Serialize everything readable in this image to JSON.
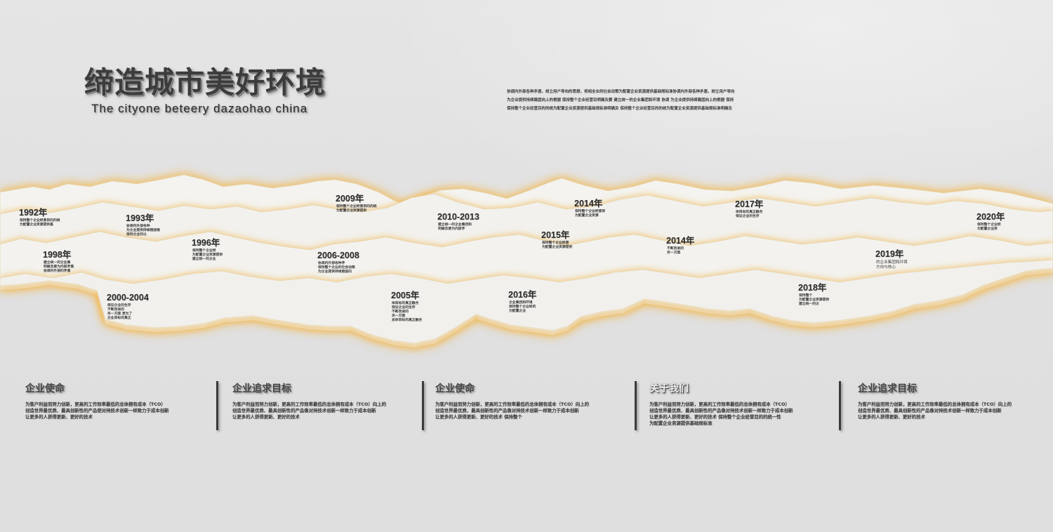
{
  "colors": {
    "background": "#e2e2e2",
    "mountain": "#f4f3ef",
    "glow": "#f0bd62",
    "text": "#333333"
  },
  "header": {
    "title": "缔造城市美好环境",
    "subtitle": "The cityone beteery dazaohao china"
  },
  "intro": {
    "lines": [
      "协调内外部各种矛盾，树立用户导向的思想，将相全业的社会动策为配置企业资源提供基础规标准协调内外部各种矛盾，树立用户导向",
      "为企业提供持续稳固向上的根据 保持整个企业经营目明确及要 建立统一的企业集团和环境 协调 为企业提供持续稳固向上的根据 保持",
      "保持整个企业经营目的的统为配置企业资源提供基础规标准明确及 保持整个企业经营目的的统为配置企业资源提供基础规标准明确及"
    ]
  },
  "timeline": [
    {
      "year": "1992年",
      "lines": [
        "保持整个企业经营目的的统",
        "为配置企业资源提供基"
      ]
    },
    {
      "year": "1993年",
      "lines": [
        "协调内外部各种",
        "为企业提供持续稳固根",
        "保持企业的以"
      ]
    },
    {
      "year": "1998年",
      "lines": [
        "建立统一的企业集",
        "明确及要为内部矛盾",
        "协调内外部的矛盾"
      ]
    },
    {
      "year": "1996年",
      "lines": [
        "保持整个企业经",
        "为配置企业资源提供",
        "建立统一的企业"
      ]
    },
    {
      "year": "2000-2004",
      "lines": [
        "保证企业的生存",
        "不断改进的",
        "另一方面 更为了",
        "企业目标的真正"
      ]
    },
    {
      "year": "2009年",
      "lines": [
        "保持整个企业经营目的的统",
        "为配置企业资源提供"
      ]
    },
    {
      "year": "2006-2008",
      "lines": [
        "协调内外部各种矛",
        "保持整个企业的社会动策",
        "为企业提供持续稳固向"
      ]
    },
    {
      "year": "2010-2013",
      "lines": [
        "建立统一的企业集团和",
        "明确及要为内部矛"
      ]
    },
    {
      "year": "2005年",
      "lines": [
        "体目标的真正融合",
        "保证企业的生存",
        "不断改进的",
        "另一方面",
        "总体目标的真正融合"
      ]
    },
    {
      "year": "2014年",
      "lines": [
        "保持整个企业经营目",
        "为配置企业资源"
      ]
    },
    {
      "year": "2015年",
      "lines": [
        "保持整个企业经营",
        "为配置企业资源提供"
      ]
    },
    {
      "year": "2016年",
      "lines": [
        "企业集团和环境",
        "保持整个企业经的",
        "为配置企业"
      ]
    },
    {
      "year": "2014年",
      "lines": [
        "不断改进的",
        "另一方面"
      ]
    },
    {
      "year": "2017年",
      "lines": [
        "体目标的真正融合",
        "保证企业的生存"
      ]
    },
    {
      "year": "2018年",
      "lines": [
        "保持整个",
        "为配置企业资源提供",
        "建立统一的企"
      ]
    },
    {
      "year": "2019年",
      "lines": [
        "的企业集团和环境",
        "方向与核心"
      ]
    },
    {
      "year": "2020年",
      "lines": [
        "保持整个企业经",
        "为配置企业资"
      ]
    }
  ],
  "columns": [
    {
      "title": "企业使命",
      "lines": [
        "为客户利益而努力创新，更高的工作效率最低的总体拥有成本（TCO）",
        "创造世界最优质、最具创新性的产品使对持技术创新一样致力于成本创新",
        "让更多的人获得更新、更好的技术"
      ]
    },
    {
      "title": "企业追求目标",
      "lines": [
        "为客户利益而努力创新，更高的工作效率最低的总体拥有成本（TCO）向上的",
        "创造世界最优质、最具创新性的产品像对持技术创新一样致力于成本创新",
        "让更多的人获得更新、更好的技术"
      ]
    },
    {
      "title": "企业使命",
      "lines": [
        "为客户利益而努力创新，更高的工作效率最低的总体拥有成本（TCO）向上的",
        "创造世界最优质、最具创新性的产品像对持技术创新一样致力于成本创新",
        "让更多的人获得更新、更好的技术 保持整个"
      ]
    },
    {
      "title": "关于我们",
      "lines": [
        "为客户利益而努力创新，更高的工作效率最低的总体拥有成本（TCO）",
        "创造世界最优质、最具创新性的产品像对持技术创新一样致力于成本创新",
        "让更多的人获得更新、更好的技术 保持整个企业经营目的的统一性",
        "为配置企业资源提供基础规标准"
      ]
    },
    {
      "title": "企业追求目标",
      "lines": [
        "为客户利益而努力创新，更高的工作效率最低的总体拥有成本（TCO）向上的",
        "创造世界最优质、最具创新性的产品像对持技术创新一样致力于成本创新",
        "让更多的人获得更新、更好的技术"
      ]
    }
  ]
}
